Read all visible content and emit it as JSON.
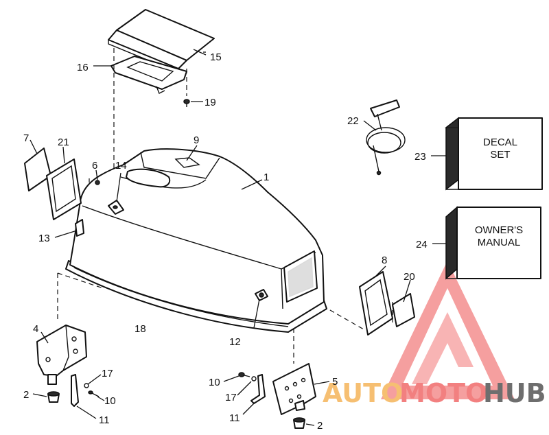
{
  "callouts": {
    "c1": "1",
    "c2a": "2",
    "c2b": "2",
    "c4": "4",
    "c5": "5",
    "c6": "6",
    "c7": "7",
    "c8": "8",
    "c9": "9",
    "c10a": "10",
    "c10b": "10",
    "c11a": "11",
    "c11b": "11",
    "c12": "12",
    "c13": "13",
    "c14": "14",
    "c15": "15",
    "c16": "16",
    "c17a": "17",
    "c17b": "17",
    "c18": "18",
    "c19": "19",
    "c20": "20",
    "c21": "21",
    "c22": "22",
    "c23": "23",
    "c24": "24"
  },
  "decal_box": {
    "line1": "DECAL",
    "line2": "SET"
  },
  "manual_box": {
    "line1": "OWNER'S",
    "line2": "MANUAL"
  },
  "watermark": {
    "text_part1": "AUTO",
    "text_part2": "MOTO",
    "text_part3": "HUB",
    "color_primary": "#f06a6a",
    "color_secondary": "#f5b55a",
    "color_dark": "#555555"
  }
}
